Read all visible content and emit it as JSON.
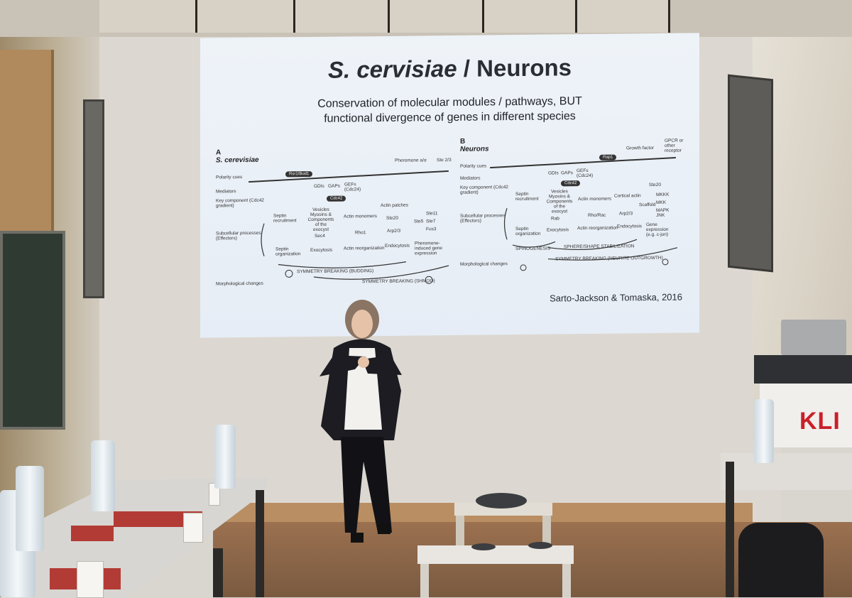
{
  "slide": {
    "title_italic": "S. cervisiae",
    "title_rest": " / Neurons",
    "subtitle_line1": "Conservation of molecular modules / pathways, BUT",
    "subtitle_line2": "functional divergence of genes in different species",
    "citation": "Sarto-Jackson & Tomaska, 2016",
    "panel_a": {
      "letter": "A",
      "organism": "S. cerevisiae",
      "rows": [
        "Polarity cues",
        "Mediators",
        "Key component (Cdc42 gradient)",
        "Subcellular processes (Effectors)",
        "Morphological changes"
      ],
      "labels": [
        "Rsr1/Bud1",
        "Pheromone a/α",
        "Ste 2/3",
        "GDIs",
        "GAPs",
        "GEFs (Cdc24)",
        "Cdc42",
        "Septin recruitment",
        "Vesicles Myosins & Components of the exocyst",
        "Actin monomers",
        "Actin patches",
        "Ste20",
        "Ste11",
        "Ste7",
        "Fus3",
        "Ste5",
        "Sec4",
        "Rho1",
        "Arp2/3",
        "Septin organization",
        "Exocytosis",
        "Actin reorganization",
        "Endocytosis",
        "Pheromone-induced gene expression",
        "SYMMETRY BREAKING (BUDDING)",
        "SYMMETRY BREAKING (SHMOO)"
      ]
    },
    "panel_b": {
      "letter": "B",
      "organism": "Neurons",
      "rows": [
        "Polarity cues",
        "Mediators",
        "Key component (Cdc42 gradient)",
        "Subcellular processes (Effectors)",
        "Morphological changes"
      ],
      "labels": [
        "Rap1",
        "Growth factor",
        "GPCR or other receptor",
        "GDIs",
        "GAPs",
        "GEFs (Cdc24)",
        "Cdc42",
        "Septin recruitment",
        "Vesicles Myosins & Components of the exocyst",
        "Rab",
        "Actin monomers",
        "Cortical actin",
        "Rho/Rac",
        "Arp2/3",
        "Scaffold",
        "MKKK",
        "MKK",
        "MAPK JNK",
        "Ste20",
        "Septin organization",
        "Exocytosis",
        "Actin reorganization",
        "Endocytosis",
        "Gene expression (e.g. c-jun)",
        "SPINOGENESIS",
        "SPHERE/SHAPE STABILIZATION",
        "SYMMETRY BREAKING (NEURITE OUTGROWTH)"
      ]
    }
  },
  "signage": {
    "lectern_logo": "KLI"
  },
  "colors": {
    "screen_bg": "#eef3f8",
    "logo_red": "#c9202a",
    "folder_red": "#b33b35"
  }
}
